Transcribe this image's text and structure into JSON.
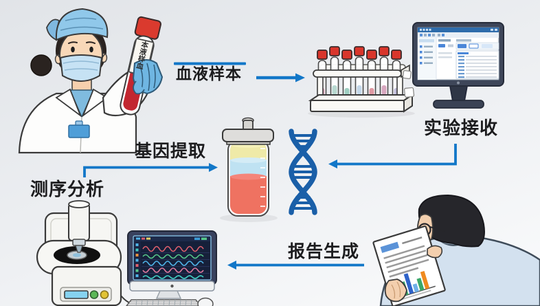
{
  "labels": {
    "blood_sample": "血液样本",
    "lab_reception": "实验接收",
    "gene_extraction": "基因提取",
    "sequencing_analysis": "测序分析",
    "report_generation": "报告生成"
  },
  "blood_tube": {
    "vertical_label": "本液样血"
  },
  "colors": {
    "arrow_blue": "#1277c8",
    "label_text": "#1c1c1e",
    "dna_blue": "#1a5fa8",
    "tube_cap_red": "#d93a2e",
    "blood_red": "#c22730",
    "scrub_blue": "#8fc6ea",
    "glove_blue": "#6fb6e2",
    "monitor_frame": "#3e4659",
    "waveform_screen": "#16203a",
    "coat_blue": "#d3e1ef",
    "report_bar_colors": [
      "#4a86d8",
      "#3aa86a",
      "#2f63c9",
      "#6fb0e8",
      "#3aa86a",
      "#ef8a1f"
    ]
  }
}
